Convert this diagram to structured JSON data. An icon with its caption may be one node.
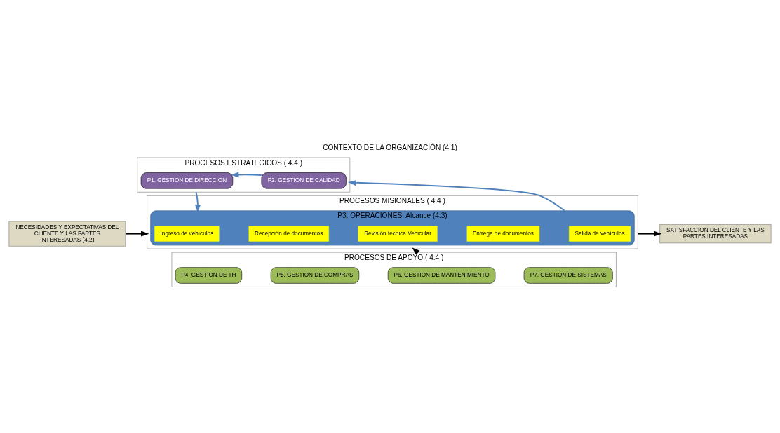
{
  "diagram": {
    "title": "CONTEXTO DE LA ORGANIZACIÓN (4.1)",
    "nodes": [
      {
        "text": [
          "NECESIDADES Y EXPECTATIVAS DEL CLIENTE Y LAS PARTES INTERESADAS (4.2)"
        ]
      },
      {
        "text": [
          "PROCESOS ESTRATEGICOS ( 4.4 )"
        ]
      },
      {
        "text": [
          "P1. GESTION DE DIRECCION"
        ],
        "in": 1
      },
      {
        "text": [
          "P2. GESTION DE CALIDAD"
        ],
        "in": 1
      },
      {
        "text": [
          "PROCESOS MISIONALES ( 4.4 )"
        ]
      },
      {
        "text": [
          "P3. OPERACIONES. Alcance (4.3)"
        ],
        "in": 4
      },
      {
        "text": [
          "Ingreso de vehículos"
        ],
        "in": 5
      },
      {
        "text": [
          "Recepción de documentos"
        ],
        "in": 5
      },
      {
        "text": [
          "Revisión técnica Vehicular"
        ],
        "in": 5
      },
      {
        "text": [
          "Entrega de documentos"
        ],
        "in": 5
      },
      {
        "text": [
          "Salida de vehículos"
        ],
        "in": 5
      },
      {
        "text": [
          "PROCESOS DE APOYO ( 4.4 )"
        ]
      },
      {
        "text": [
          "P4. GESTION DE TH"
        ],
        "in": 11
      },
      {
        "text": [
          "P5. GESTION DE COMPRAS"
        ],
        "in": 11
      },
      {
        "text": [
          "P6. GESTION DE MANTENIMIENTO"
        ],
        "in": 11
      },
      {
        "text": [
          "P7. GESTION DE SISTEMAS"
        ],
        "in": 11
      },
      {
        "text": [
          "SATISFACCION DEL CLIENTE Y LAS PARTES INTERESADAS"
        ]
      }
    ],
    "edges": [
      {
        "from": 0,
        "to": 4,
        "arrow": "to"
      },
      {
        "from": 1,
        "to": 5,
        "arrow": "to",
        "color": "#4f81bd"
      },
      {
        "from": 3,
        "to": 2,
        "arrow": "to",
        "color": "#4f81bd"
      },
      {
        "from": 5,
        "to": 1,
        "arrow": "to",
        "color": "#4f81bd"
      },
      {
        "from": 4,
        "to": 16,
        "arrow": "to"
      },
      {
        "from": 11,
        "to": 4,
        "arrow": "to"
      }
    ]
  }
}
